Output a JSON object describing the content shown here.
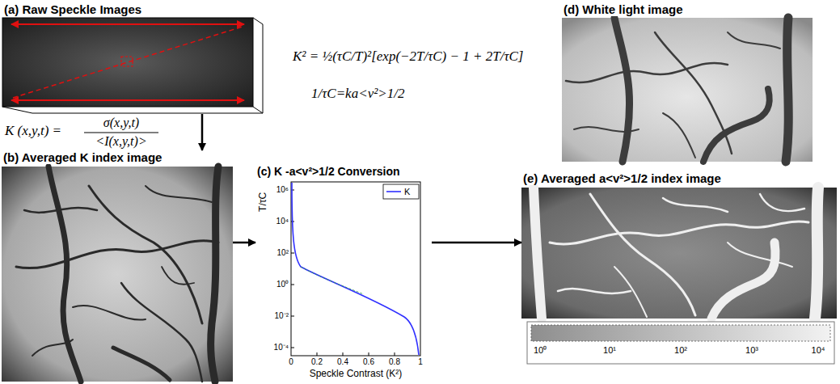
{
  "diagram": {
    "nodes": [
      {
        "text": [
          "(a) Raw Speckle Images"
        ]
      },
      {
        "text": [
          "(b) Averaged K index image"
        ]
      },
      {
        "text": [
          "(c) K -a<v²>1/2 Conversion"
        ]
      },
      {
        "text": [
          "(d) White light image"
        ]
      },
      {
        "text": [
          "(e) Averaged a<v²>1/2 index image"
        ]
      }
    ],
    "edges": [
      {
        "from": 0,
        "to": 1,
        "arrow": "to"
      },
      {
        "from": 1,
        "to": 2,
        "arrow": "to"
      },
      {
        "from": 2,
        "to": 4,
        "arrow": "to"
      }
    ],
    "labels": [
      "K² = ½(τC/T)²[exp(−2T/τC) − 1 + 2T/τC]",
      "1/τC=ka<v²>1/2",
      "K (x,y,t) =",
      "σ(x,y,t)",
      "<I(x,y,t)>",
      "T/τC",
      "10⁶",
      "10⁴",
      "10²",
      "10⁰",
      "10⁻²",
      "10⁻⁴",
      "0",
      "0.2",
      "0.4",
      "0.6",
      "0.8",
      "1",
      "Speckle Contrast (K²)",
      "10⁰",
      "10¹",
      "10²",
      "10³",
      "10⁴"
    ],
    "legend": [
      {
        "text": "K"
      }
    ]
  }
}
